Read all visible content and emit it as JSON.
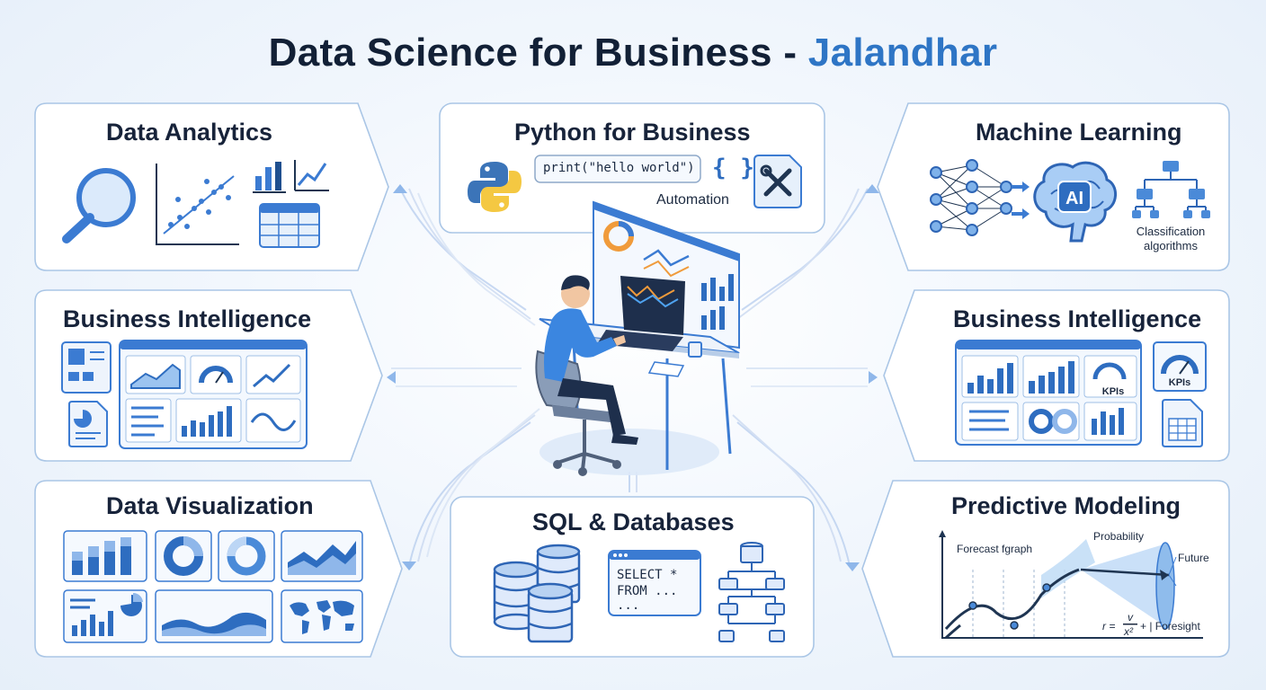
{
  "title": {
    "main": "Data Science for Business - ",
    "accent": "Jalandhar"
  },
  "colors": {
    "accent": "#2e75c5",
    "title": "#122036",
    "panel_border": "#aac6e6",
    "icon_blue": "#3b7bd2"
  },
  "panels": {
    "data_analytics": {
      "title": "Data Analytics",
      "icons": [
        "magnifier-icon",
        "scatter-plot-icon",
        "bar-chart-icon",
        "line-chart-icon",
        "table-icon"
      ]
    },
    "python": {
      "title": "Python for Business",
      "code": "print(\"hello world\")",
      "braces": "{ }",
      "automation": "Automation",
      "icons": [
        "python-logo-icon",
        "tools-icon"
      ]
    },
    "machine_learning": {
      "title": "Machine Learning",
      "classification": [
        "Classification",
        "algorithms"
      ],
      "ai": "AI",
      "icons": [
        "neural-network-icon",
        "brain-icon",
        "tree-icon"
      ]
    },
    "bi_left": {
      "title": "Business Intelligence",
      "icons": [
        "dashboard-icon",
        "report-icon"
      ]
    },
    "bi_right": {
      "title": "Business Intelligence",
      "kpi1": "KPIs",
      "kpi2": "KPIs",
      "icons": [
        "dashboard-icon",
        "gauge-icon",
        "spreadsheet-icon"
      ]
    },
    "data_viz": {
      "title": "Data Visualization",
      "icons": [
        "stacked-bar-icon",
        "donut-icon",
        "ring-icon",
        "area-chart-icon",
        "bar-pie-icon",
        "wave-area-icon",
        "world-map-icon"
      ]
    },
    "sql": {
      "title": "SQL & Databases",
      "query": [
        "SELECT *",
        "FROM ...",
        "..."
      ],
      "icons": [
        "database-stack-icon",
        "query-window-icon",
        "schema-icon"
      ]
    },
    "predictive": {
      "title": "Predictive Modeling",
      "forecast": "Forecast fgraph",
      "probability": "Probability",
      "future": "Future",
      "formula_left": "r =",
      "formula_num": "v",
      "formula_den": "x²",
      "formula_right": "+ | Foresight"
    }
  }
}
